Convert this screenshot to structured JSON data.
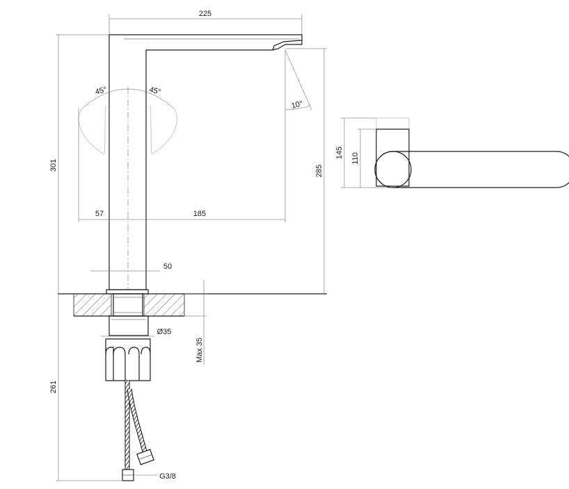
{
  "dimensions": {
    "spout_reach": "225",
    "total_height": "301",
    "spout_height": "285",
    "below_mount": "261",
    "handle_left_angle": "45°",
    "handle_right_angle": "45°",
    "spout_angle": "10°",
    "handle_offset": "57",
    "spout_projection": "185",
    "body_width": "50",
    "shank_diameter": "Ø35",
    "max_thickness": "Max 35",
    "hose_thread": "G3/8",
    "side_height_outer": "145",
    "side_height_inner": "110"
  },
  "colors": {
    "line": "#1a1a1a",
    "ghost": "#c8c8c8",
    "hatch": "#333333"
  }
}
